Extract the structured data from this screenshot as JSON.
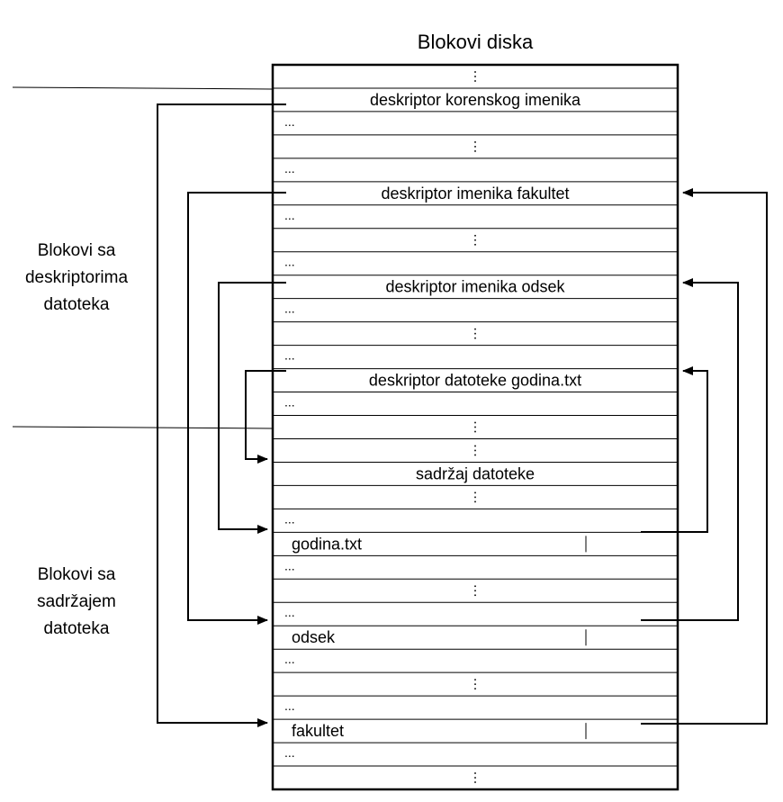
{
  "title": "Blokovi diska",
  "side_labels": {
    "descriptors": [
      "Blokovi sa",
      "deskriptorima",
      "datoteka"
    ],
    "contents": [
      "Blokovi sa",
      "sadržajem",
      "datoteka"
    ]
  },
  "rows": [
    {
      "type": "vdots"
    },
    {
      "type": "center",
      "text": "deskriptor korenskog imenika"
    },
    {
      "type": "hdots",
      "text": "..."
    },
    {
      "type": "vdots"
    },
    {
      "type": "hdots",
      "text": "..."
    },
    {
      "type": "center",
      "text": "deskriptor imenika fakultet"
    },
    {
      "type": "hdots",
      "text": "..."
    },
    {
      "type": "vdots"
    },
    {
      "type": "hdots",
      "text": "..."
    },
    {
      "type": "center",
      "text": "deskriptor imenika odsek"
    },
    {
      "type": "hdots",
      "text": "..."
    },
    {
      "type": "vdots"
    },
    {
      "type": "hdots",
      "text": "..."
    },
    {
      "type": "center",
      "text": "deskriptor datoteke godina.txt"
    },
    {
      "type": "hdots",
      "text": "..."
    },
    {
      "type": "vdots"
    },
    {
      "type": "vdots"
    },
    {
      "type": "center",
      "text": "sadržaj datoteke"
    },
    {
      "type": "vdots"
    },
    {
      "type": "hdots",
      "text": "..."
    },
    {
      "type": "entry",
      "text": "godina.txt"
    },
    {
      "type": "hdots",
      "text": "..."
    },
    {
      "type": "vdots"
    },
    {
      "type": "hdots",
      "text": "..."
    },
    {
      "type": "entry",
      "text": "odsek"
    },
    {
      "type": "hdots",
      "text": "..."
    },
    {
      "type": "vdots"
    },
    {
      "type": "hdots",
      "text": "..."
    },
    {
      "type": "entry",
      "text": "fakultet"
    },
    {
      "type": "hdots",
      "text": "..."
    },
    {
      "type": "vdots"
    }
  ]
}
